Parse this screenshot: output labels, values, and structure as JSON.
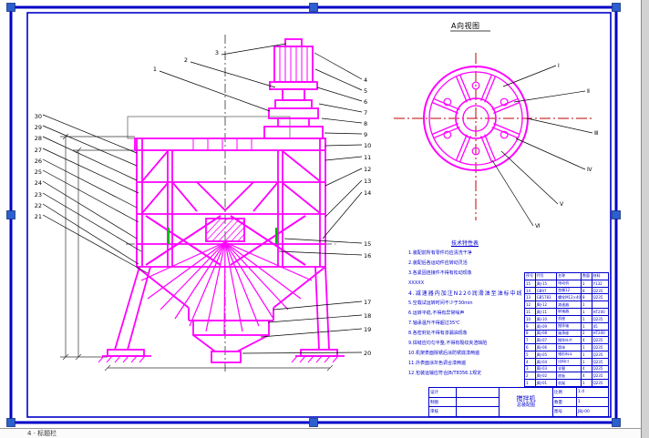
{
  "app": {
    "footer_text": "4 · 标题栏"
  },
  "frame": {
    "border_color": "#0000C8",
    "grip_color": "#2D5FCE"
  },
  "drawing": {
    "machine_color": "#FF00FF",
    "centerline_color": "#C00000",
    "green_accent": "#00B400"
  },
  "a_view": {
    "title": "A向视图",
    "labels": [
      "Ⅰ",
      "Ⅱ",
      "Ⅲ",
      "Ⅳ",
      "Ⅴ",
      "Ⅵ"
    ]
  },
  "callouts": {
    "top": [
      "1",
      "2",
      "3"
    ],
    "left": [
      "30",
      "29",
      "28",
      "27",
      "26",
      "25",
      "24",
      "23",
      "22",
      "21"
    ],
    "right": [
      "4",
      "5",
      "6",
      "7",
      "8",
      "9",
      "10",
      "11",
      "12",
      "13",
      "14",
      "15",
      "16",
      "17",
      "18",
      "19",
      "20"
    ]
  },
  "tech": {
    "title": "技术特性表",
    "lines": [
      "1.装配前所有零件均应清洗干净",
      "2.装配后各运动件应转动灵活",
      "3.各紧固连接件不得有松动现象",
      "XXXXX",
      "4.减速器内加注N220润滑油至油标中线",
      "5.空载试运转时间不少于30min",
      "6.运转平稳,不得有异常噪声",
      "7.轴承温升不得超过35℃",
      "8.各密封处不得有渗漏油现象",
      "9.焊缝应均匀平整,不得有裂纹夹渣缺陷",
      "10.机架表面除锈后涂防锈底漆两遍",
      "11.外表面涂灰色调合漆两遍",
      "12.包装运输应符合JB/T8356.1规定"
    ]
  },
  "bom": {
    "header": [
      "序号",
      "代号",
      "名称",
      "数量",
      "材料"
    ],
    "rows": [
      [
        "15",
        "JBJ-15",
        "电动机",
        "1",
        "Y132"
      ],
      [
        "14",
        "GB97",
        "垫圈12",
        "8",
        "Q235"
      ],
      [
        "13",
        "GB5783",
        "螺栓M12×40",
        "8",
        "Q235"
      ],
      [
        "12",
        "JBJ-12",
        "减速器",
        "1",
        ""
      ],
      [
        "11",
        "JBJ-11",
        "联轴器",
        "1",
        "HT200"
      ],
      [
        "10",
        "JBJ-10",
        "机座",
        "1",
        "Q235"
      ],
      [
        "9",
        "JBJ-09",
        "搅拌轴",
        "1",
        "45"
      ],
      [
        "8",
        "JBJ-08",
        "轴承座",
        "2",
        "HT200"
      ],
      [
        "7",
        "JBJ-07",
        "搅拌叶片",
        "4",
        "Q235"
      ],
      [
        "6",
        "JBJ-06",
        "筒体",
        "1",
        "Q235"
      ],
      [
        "5",
        "JBJ-05",
        "锥形料斗",
        "1",
        "Q235"
      ],
      [
        "4",
        "JBJ-04",
        "出料口",
        "1",
        "Q235"
      ],
      [
        "3",
        "JBJ-03",
        "支腿",
        "4",
        "Q235"
      ],
      [
        "2",
        "JBJ-02",
        "底板",
        "4",
        "Q235"
      ],
      [
        "1",
        "JBJ-01",
        "机架",
        "1",
        "Q235"
      ]
    ]
  },
  "title_block": {
    "left_rows": [
      [
        "设计",
        ""
      ],
      [
        "制图",
        ""
      ],
      [
        "审核",
        ""
      ]
    ],
    "title": "搅拌机",
    "subtitle": "总装配图",
    "right_rows": [
      [
        "比例",
        "1:4"
      ],
      [
        "数量",
        "1"
      ],
      [
        "图号",
        "JBJ-00"
      ]
    ]
  }
}
